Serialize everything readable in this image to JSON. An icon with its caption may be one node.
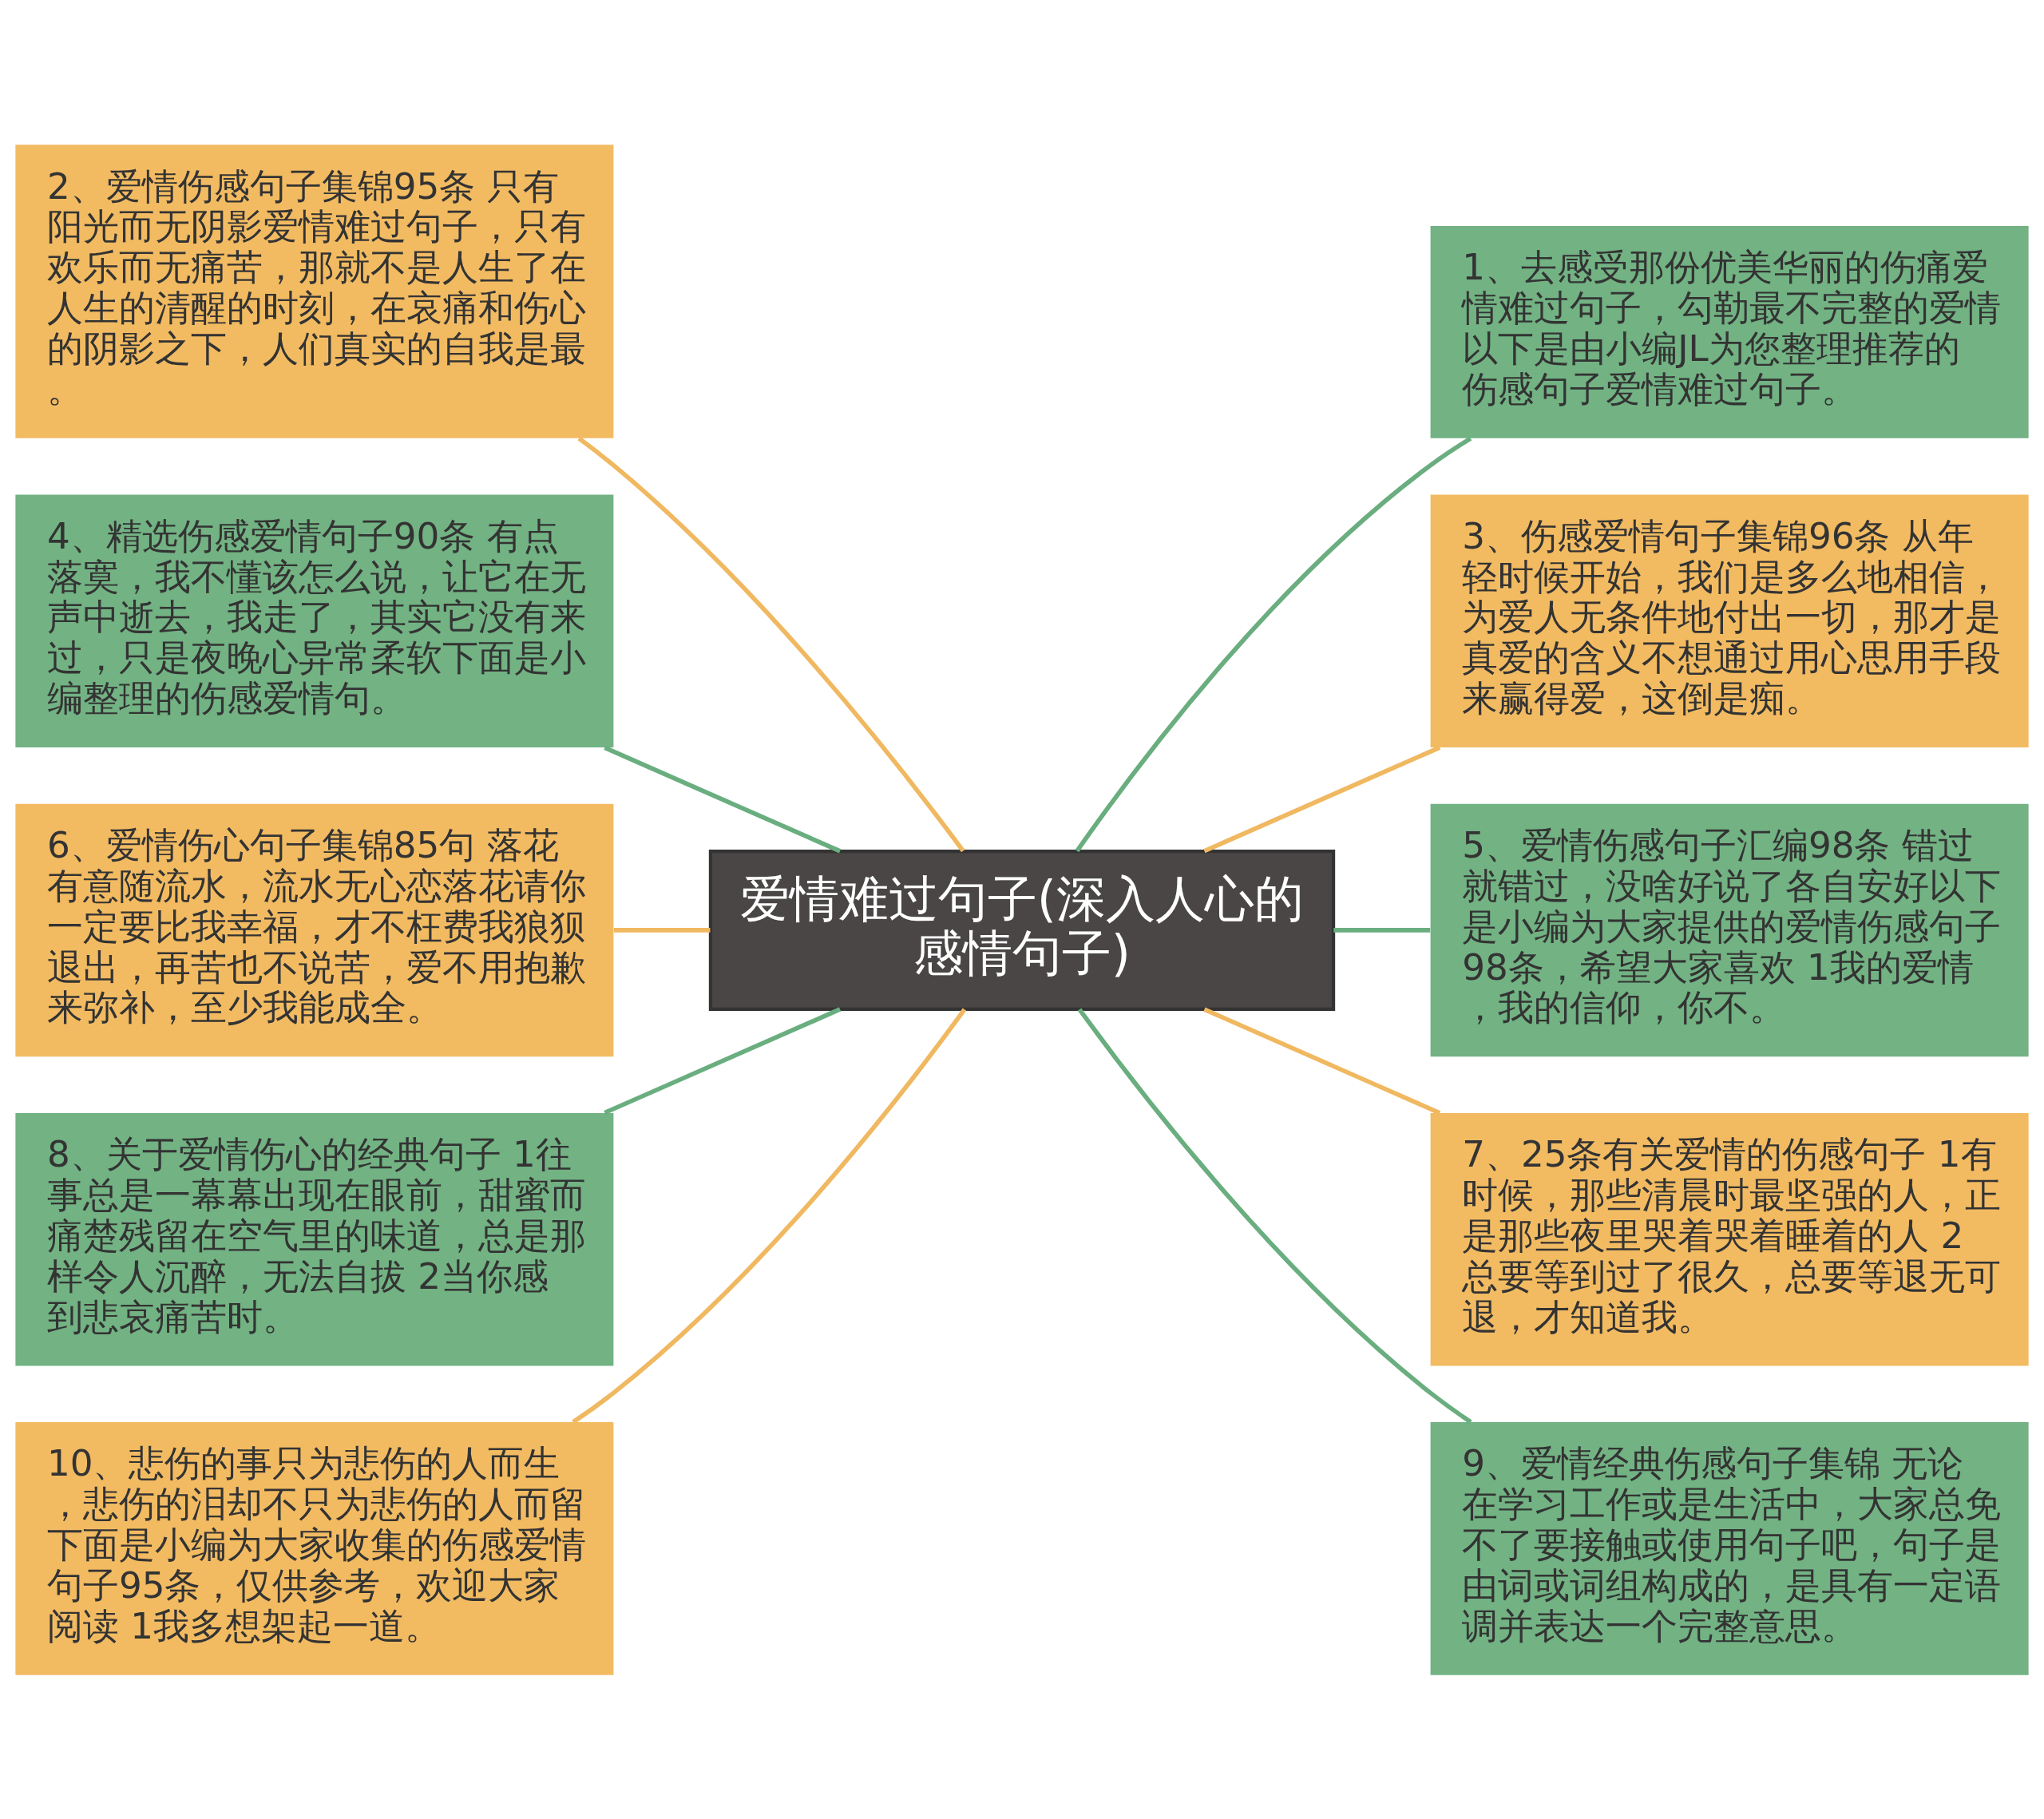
{
  "diagram": {
    "nodes": [
      {
        "text": [
          "爱情难过句子(深入人心的感情句子)"
        ]
      },
      {
        "text": [
          "1、去感受那份优美华丽的伤痛爱情难过句子，勾勒最不完整的爱情以下是由小编JL为您整理推荐的伤感句子爱情难过句子。"
        ]
      },
      {
        "text": [
          "2、爱情伤感句子集锦95条 只有阳光而无阴影爱情难过句子，只有欢乐而无痛苦，那就不是人生了在人生的清醒的时刻，在哀痛和伤心的阴影之下，人们真实的自我是最。"
        ]
      },
      {
        "text": [
          "3、伤感爱情句子集锦96条 从年轻时候开始，我们是多么地相信，为爱人无条件地付出一切，那才是真爱的含义不想通过用心思用手段来赢得爱，这倒是痴。"
        ]
      },
      {
        "text": [
          "4、精选伤感爱情句子90条 有点落寞，我不懂该怎么说，让它在无声中逝去，我走了，其实它没有来过，只是夜晚心异常柔软下面是小编整理的伤感爱情句。"
        ]
      },
      {
        "text": [
          "5、爱情伤感句子汇编98条 错过就错过，没啥好说了各自安好以下是小编为大家提供的爱情伤感句子98条，希望大家喜欢 1我的爱情，我的信仰，你不。"
        ]
      },
      {
        "text": [
          "6、爱情伤心句子集锦85句 落花有意随流水，流水无心恋落花请你一定要比我幸福，才不枉费我狼狈退出，再苦也不说苦，爱不用抱歉来弥补，至少我能成全。"
        ]
      },
      {
        "text": [
          "7、25条有关爱情的伤感句子 1有时候，那些清晨时最坚强的人，正是那些夜里哭着哭着睡着的人 2总要等到过了很久，总要等退无可退，才知道我。"
        ]
      },
      {
        "text": [
          "8、关于爱情伤心的经典句子 1往事总是一幕幕出现在眼前，甜蜜而痛楚残留在空气里的味道，总是那样令人沉醉，无法自拔 2当你感到悲哀痛苦时。"
        ]
      },
      {
        "text": [
          "9、爱情经典伤感句子集锦 无论在学习工作或是生活中，大家总免不了要接触或使用句子吧，句子是由词或词组构成的，是具有一定语调并表达一个完整意思。"
        ]
      },
      {
        "text": [
          "10、悲伤的事只为悲伤的人而生，悲伤的泪却不只为悲伤的人而留下面是小编为大家收集的伤感爱情句子95条，仅供参考，欢迎大家阅读 1我多想架起一道。"
        ]
      }
    ],
    "edges": [
      {
        "from": 0,
        "to": 1,
        "arrow": "none",
        "color": "#6aae80"
      },
      {
        "from": 0,
        "to": 2,
        "arrow": "none",
        "color": "#f0b860"
      },
      {
        "from": 0,
        "to": 3,
        "arrow": "none",
        "color": "#f0b860"
      },
      {
        "from": 0,
        "to": 4,
        "arrow": "none",
        "color": "#6aae80"
      },
      {
        "from": 0,
        "to": 5,
        "arrow": "none",
        "color": "#6aae80"
      },
      {
        "from": 0,
        "to": 6,
        "arrow": "none",
        "color": "#f0b860"
      },
      {
        "from": 0,
        "to": 7,
        "arrow": "none",
        "color": "#f0b860"
      },
      {
        "from": 0,
        "to": 8,
        "arrow": "none",
        "color": "#6aae80"
      },
      {
        "from": 0,
        "to": 9,
        "arrow": "none",
        "color": "#6aae80"
      },
      {
        "from": 0,
        "to": 10,
        "arrow": "none",
        "color": "#f0b860"
      }
    ]
  }
}
